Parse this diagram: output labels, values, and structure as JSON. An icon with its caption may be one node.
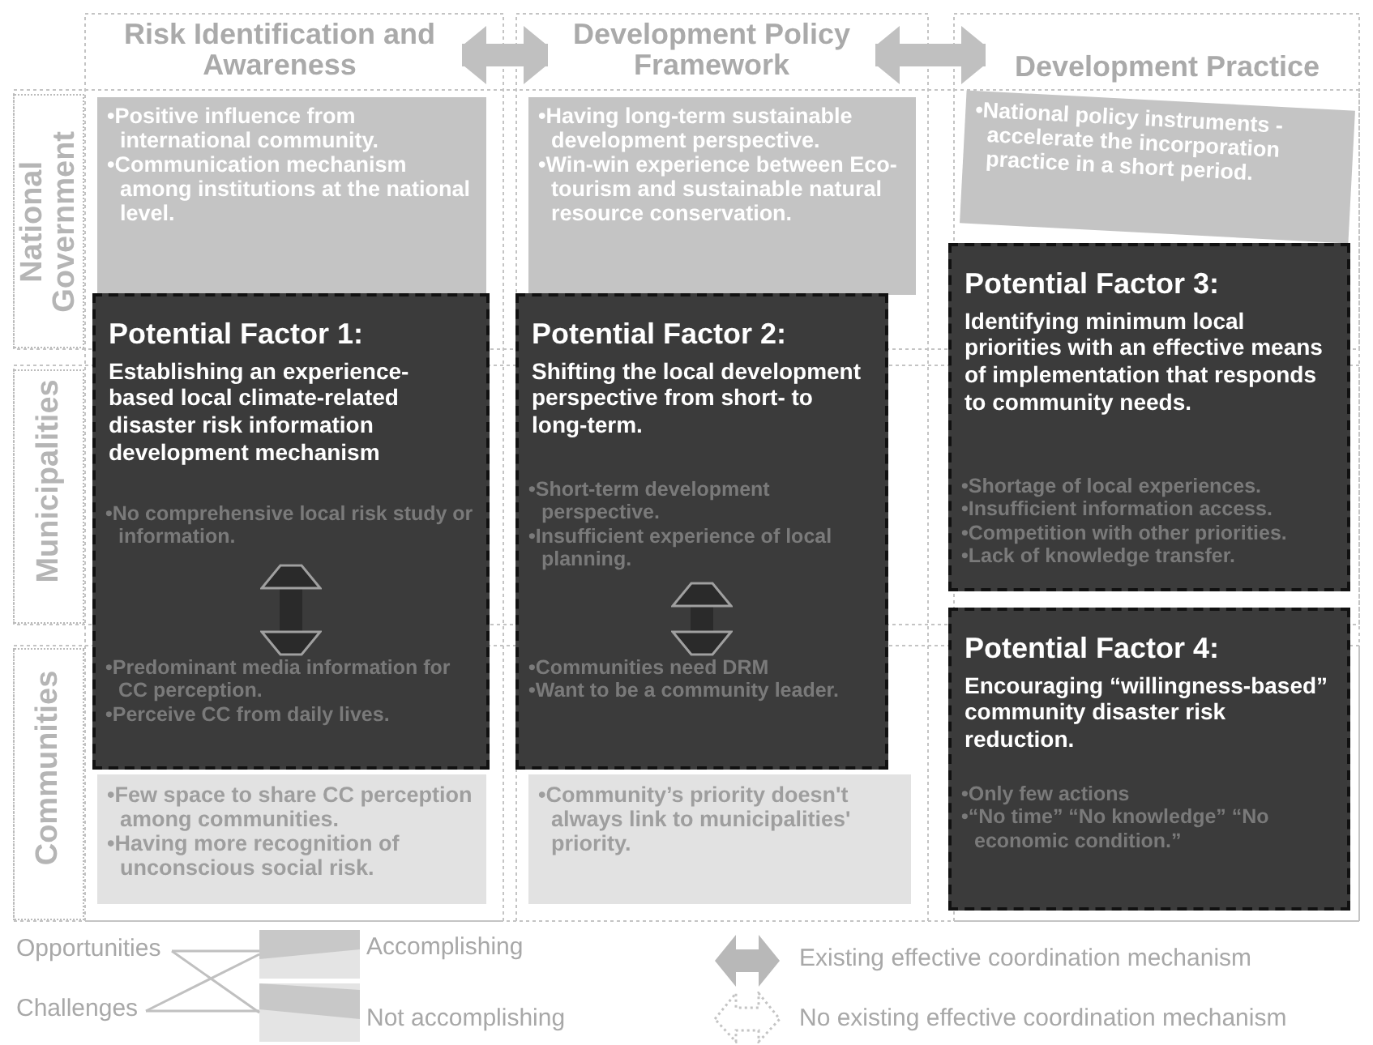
{
  "diagram": {
    "nodes": [
      {
        "text": [
          "Risk Identification and Awareness"
        ]
      },
      {
        "text": [
          "Development Policy Framework"
        ]
      },
      {
        "text": [
          "Development Practice"
        ]
      },
      {
        "text": [
          "National Government"
        ]
      },
      {
        "text": [
          "Municipalities"
        ]
      },
      {
        "text": [
          "Communities"
        ]
      },
      {
        "text": [
          "•Positive influence from international community.",
          "•Communication mechanism among institutions at the national level."
        ]
      },
      {
        "text": [
          "•Having long-term sustainable development perspective.",
          "•Win-win experience between Eco-tourism and sustainable natural resource conservation."
        ]
      },
      {
        "text": [
          "•National policy instruments - accelerate the incorporation practice in a short period."
        ]
      },
      {
        "text": [
          "Potential Factor 1:",
          "Establishing an experience-based local climate-related disaster risk information development mechanism"
        ]
      },
      {
        "text": [
          "•No comprehensive local risk study or information."
        ],
        "in": 9
      },
      {
        "text": [
          "•Predominant media information for CC perception.",
          "•Perceive CC from daily lives."
        ],
        "in": 9
      },
      {
        "text": [
          "•Few space to share CC perception among communities.",
          "•Having more recognition of unconscious social risk."
        ]
      },
      {
        "text": [
          "Potential Factor 2:",
          "Shifting the local development perspective from short- to long-term."
        ]
      },
      {
        "text": [
          "•Short-term development perspective.",
          "•Insufficient experience of local planning."
        ],
        "in": 13
      },
      {
        "text": [
          "•Communities need DRM",
          "•Want to be a community leader."
        ],
        "in": 13
      },
      {
        "text": [
          "•Community’s priority doesn't always link to municipalities' priority."
        ]
      },
      {
        "text": [
          "Potential Factor 3:",
          "Identifying minimum local priorities with an effective means of implementation that responds to community needs."
        ]
      },
      {
        "text": [
          "•Shortage of local experiences.",
          "•Insufficient information access.",
          "•Competition with other priorities.",
          "•Lack of knowledge transfer."
        ],
        "in": 17
      },
      {
        "text": [
          "Potential Factor 4:",
          "Encouraging “willingness-based” community disaster risk reduction."
        ]
      },
      {
        "text": [
          "•Only few actions",
          "•“No time” “No knowledge” “No economic condition.”"
        ],
        "in": 19
      },
      {
        "text": [
          "Opportunities"
        ]
      },
      {
        "text": [
          "Challenges"
        ]
      },
      {
        "text": [],
        "shape": "box",
        "beside": [
          "Accomplishing"
        ]
      },
      {
        "text": [],
        "shape": "box",
        "beside": [
          "Not accomplishing"
        ]
      }
    ],
    "edges": [
      {
        "from": 0,
        "to": 1,
        "arrow": "both",
        "style": "thick"
      },
      {
        "from": 1,
        "to": 2,
        "arrow": "both",
        "style": "thick"
      },
      {
        "from": 10,
        "to": 11,
        "arrow": "both",
        "style": "thick",
        "color": "#2a2a2a"
      },
      {
        "from": 14,
        "to": 15,
        "arrow": "both",
        "style": "thick",
        "color": "#2a2a2a"
      },
      {
        "from": 21,
        "to": 23,
        "arrow": "none"
      },
      {
        "from": 21,
        "to": 24,
        "arrow": "none"
      },
      {
        "from": 22,
        "to": 23,
        "arrow": "none"
      },
      {
        "from": 22,
        "to": 24,
        "arrow": "none"
      }
    ],
    "legend": [
      {
        "text": "Existing effective coordination mechanism"
      },
      {
        "text": "No existing effective coordination mechanism"
      }
    ]
  }
}
